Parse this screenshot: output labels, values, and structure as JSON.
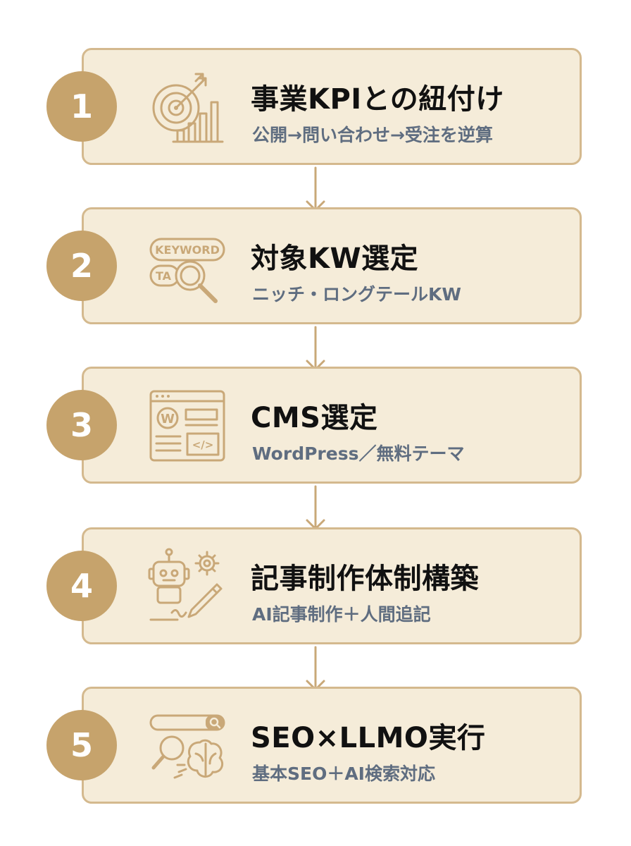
{
  "steps": [
    {
      "number": "1",
      "title": "事業KPIとの紐付け",
      "subtitle": "公開→問い合わせ→受注を逆算",
      "icon": "target-chart-icon"
    },
    {
      "number": "2",
      "title": "対象KW選定",
      "subtitle": "ニッチ・ロングテールKW",
      "icon": "keyword-search-icon",
      "icon_tags": [
        "KEYWORD",
        "TA"
      ]
    },
    {
      "number": "3",
      "title": "CMS選定",
      "subtitle": "WordPress／無料テーマ",
      "icon": "wordpress-browser-icon"
    },
    {
      "number": "4",
      "title": "記事制作体制構築",
      "subtitle": "AI記事制作＋人間追記",
      "icon": "robot-writing-icon"
    },
    {
      "number": "5",
      "title": "SEO×LLMO実行",
      "subtitle": "基本SEO＋AI検索対応",
      "icon": "search-brain-icon"
    }
  ],
  "colors": {
    "card_bg": "#f5ecd9",
    "card_border": "#d4b98e",
    "circle": "#c6a36c",
    "icon_stroke": "#c9a878",
    "title_text": "#111111",
    "subtitle_text": "#5f6d80"
  }
}
